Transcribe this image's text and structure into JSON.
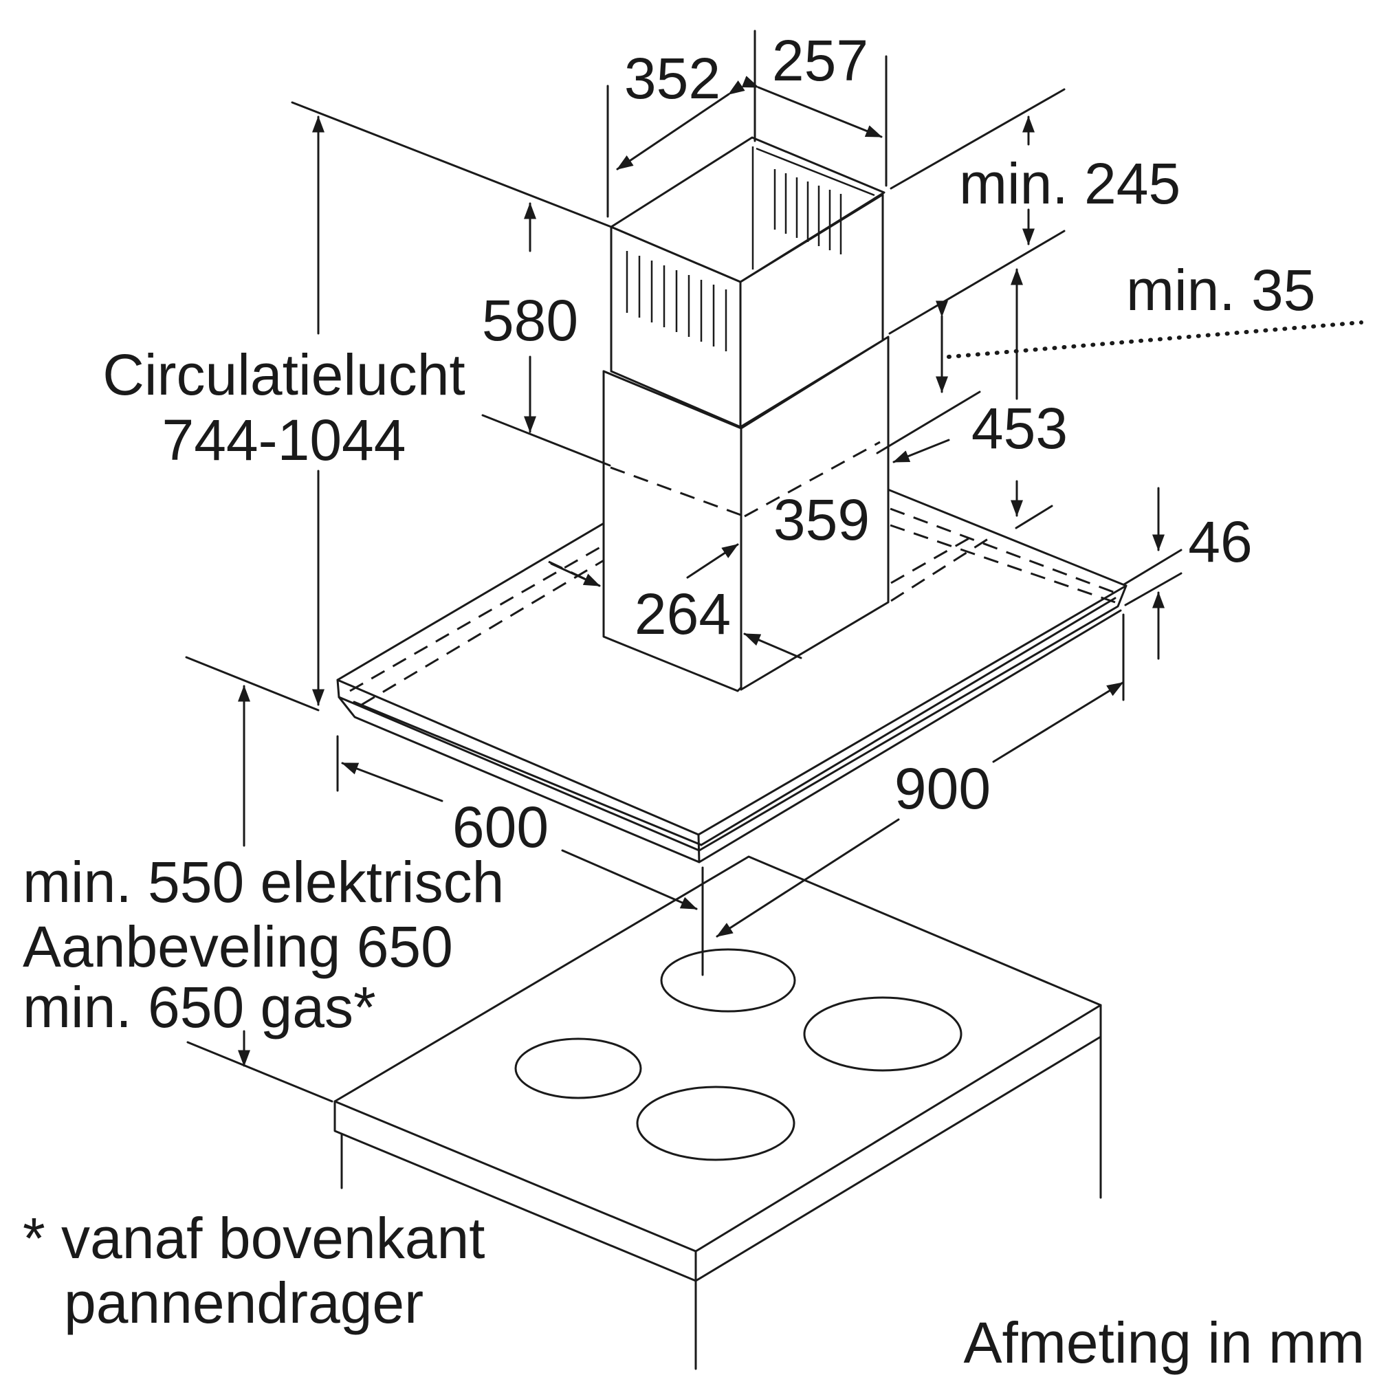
{
  "labels": {
    "w352": "352",
    "w257": "257",
    "h580": "580",
    "circ_title": "Circulatielucht",
    "circ_range": "744-1044",
    "min245": "min. 245",
    "min35": "min. 35",
    "d453": "453",
    "d359": "359",
    "d46": "46",
    "d264": "264",
    "d900": "900",
    "d600": "600",
    "min550": "min. 550 elektrisch",
    "recommend": "Aanbeveling 650",
    "min650": "min. 650 gas*",
    "note1": "* vanaf bovenkant",
    "note2": "pannendrager",
    "unit": "Afmeting in mm"
  },
  "colors": {
    "line": "#1a1a1a",
    "background": "#ffffff"
  }
}
